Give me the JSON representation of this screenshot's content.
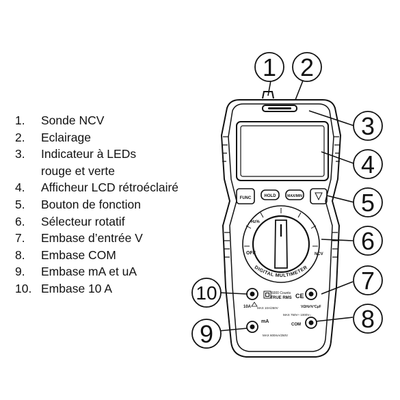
{
  "legend": [
    {
      "num": "1.",
      "lines": [
        "Sonde NCV"
      ]
    },
    {
      "num": "2.",
      "lines": [
        "Eclairage"
      ]
    },
    {
      "num": "3.",
      "lines": [
        "Indicateur à LEDs",
        "rouge et verte"
      ]
    },
    {
      "num": "4.",
      "lines": [
        "Afficheur LCD rétroéclairé"
      ]
    },
    {
      "num": "5.",
      "lines": [
        "Bouton de fonction"
      ]
    },
    {
      "num": "6.",
      "lines": [
        "Sélecteur rotatif"
      ]
    },
    {
      "num": "7.",
      "lines": [
        "Embase d’entrée V"
      ]
    },
    {
      "num": "8.",
      "lines": [
        "Embase COM"
      ]
    },
    {
      "num": "9.",
      "lines": [
        "Embase mA et uA"
      ]
    },
    {
      "num": "10.",
      "lines": [
        "Embase 10 A"
      ]
    }
  ],
  "callouts": [
    "1",
    "2",
    "3",
    "4",
    "5",
    "6",
    "7",
    "8",
    "9",
    "10"
  ],
  "device": {
    "buttons": [
      "FUNC",
      "HOLD",
      "MAX/MIN"
    ],
    "dial_positions": [
      "OFF",
      "Hz%",
      "NCV"
    ],
    "panel_label": "DIGITAL MULTIMETER",
    "counts_label": "6000 Counts",
    "true_rms_label": "TRUE RMS",
    "ce_mark": "CE",
    "jack_10a_label": "10A",
    "jack_10a_rating": "MAX 10A/250V",
    "jack_ma_label": "mA",
    "jack_v_label": "VΩHz%°CμF",
    "jack_v_rating": "MAX 750V~ 1000V=",
    "jack_com_label": "COM",
    "jack_ma_rating": "MAX 600mA/250V"
  }
}
